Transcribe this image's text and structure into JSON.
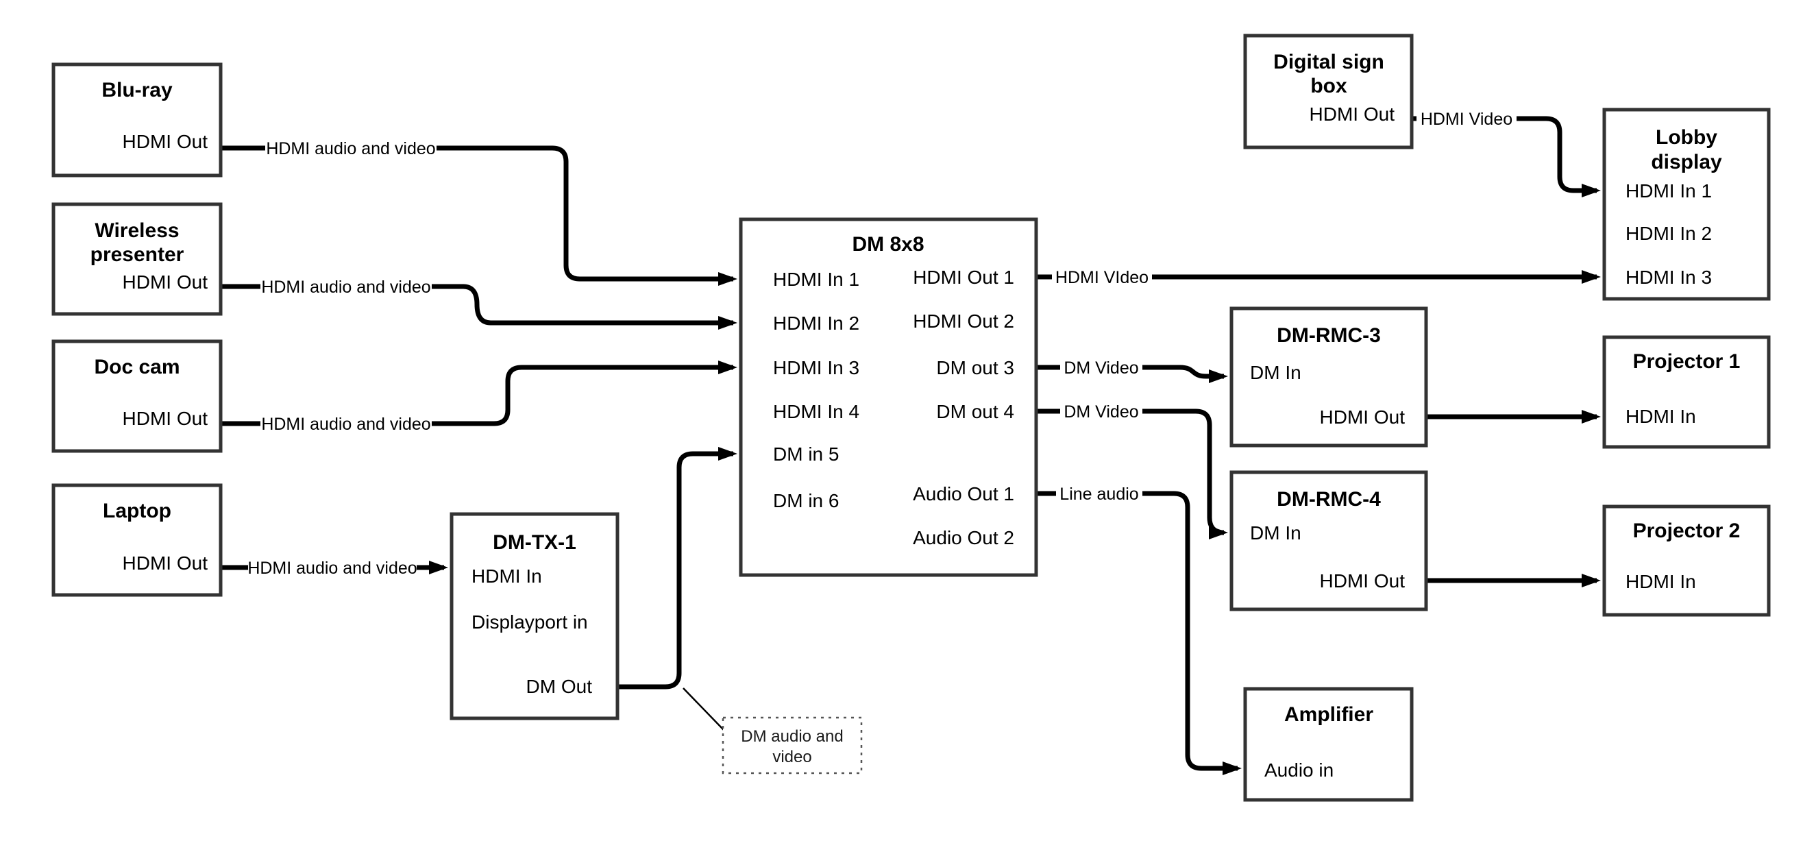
{
  "diagram": {
    "colors": {
      "background": "#ffffff",
      "box_border": "#333333",
      "wire": "#000000",
      "text": "#000000"
    },
    "nodes": {
      "bluray": {
        "title": "Blu-ray",
        "port_out": "HDMI Out"
      },
      "wireless": {
        "title_line1": "Wireless",
        "title_line2": "presenter",
        "port_out": "HDMI Out"
      },
      "doccam": {
        "title": "Doc cam",
        "port_out": "HDMI Out"
      },
      "laptop": {
        "title": "Laptop",
        "port_out": "HDMI Out"
      },
      "dmtx1": {
        "title": "DM-TX-1",
        "port_hdmi_in": "HDMI In",
        "port_displayport_in": "Displayport in",
        "port_dm_out": "DM Out"
      },
      "dm8x8": {
        "title": "DM 8x8",
        "inputs": [
          "HDMI In 1",
          "HDMI In 2",
          "HDMI In 3",
          "HDMI In 4",
          "DM in 5",
          "DM in 6"
        ],
        "outputs": [
          "HDMI Out 1",
          "HDMI Out 2",
          "DM out 3",
          "DM out 4",
          "Audio Out 1",
          "Audio Out 2"
        ]
      },
      "digitalsign": {
        "title_line1": "Digital sign",
        "title_line2": "box",
        "port_out": "HDMI Out"
      },
      "lobby": {
        "title_line1": "Lobby",
        "title_line2": "display",
        "inputs": [
          "HDMI In 1",
          "HDMI In 2",
          "HDMI In 3"
        ]
      },
      "dmrmc3": {
        "title": "DM-RMC-3",
        "port_in": "DM In",
        "port_out": "HDMI Out"
      },
      "proj1": {
        "title": "Projector 1",
        "port_in": "HDMI In"
      },
      "dmrmc4": {
        "title": "DM-RMC-4",
        "port_in": "DM In",
        "port_out": "HDMI Out"
      },
      "proj2": {
        "title": "Projector 2",
        "port_in": "HDMI In"
      },
      "amp": {
        "title": "Amplifier",
        "port_in": "Audio in"
      }
    },
    "links": {
      "bluray_link": "HDMI audio and video",
      "wireless_link": "HDMI audio and video",
      "doccam_link": "HDMI audio and video",
      "laptop_link": "HDMI audio and video",
      "sign_link": "HDMI Video",
      "out1_link": "HDMI VIdeo",
      "out3_link": "DM Video",
      "out4_link": "DM Video",
      "audio1_link": "Line audio"
    },
    "note": {
      "line1": "DM audio and",
      "line2": "video"
    }
  }
}
